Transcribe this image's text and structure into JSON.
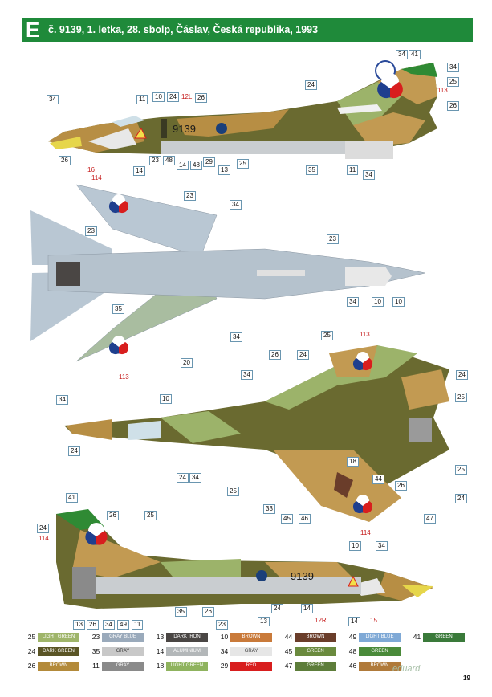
{
  "header": {
    "letter": "E",
    "title": "č. 9139, 1. letka, 28. sbolp, Čáslav, Česká republika, 1993"
  },
  "colors": {
    "header_green": "#1f8a3a",
    "light_green": "#b5c98e",
    "dark_green": "#5e5a2a",
    "brown": "#b98a3e",
    "gray_blue": "#aebcca",
    "gray": "#cfcfcf",
    "dark_iron": "#4a4a48",
    "aluminium": "#b8bcbe",
    "red": "#d81e1e",
    "light_blue": "#bcd4e6",
    "callout_red": "#c51a1a"
  },
  "aircraft_number": "9139",
  "legend": [
    {
      "num": "25",
      "label": "LIGHT GREEN",
      "color": "#9fb56a"
    },
    {
      "num": "24",
      "label": "DARK GREEN",
      "color": "#5a5526"
    },
    {
      "num": "26",
      "label": "BROWN",
      "color": "#b38a3a"
    },
    {
      "num": "23",
      "label": "GRAY BLUE",
      "color": "#9aaabb"
    },
    {
      "num": "35",
      "label": "GRAY",
      "color": "#c8c8c8"
    },
    {
      "num": "11",
      "label": "GRAY",
      "color": "#8a8a8a"
    },
    {
      "num": "13",
      "label": "DARK IRON",
      "color": "#4a4644"
    },
    {
      "num": "14",
      "label": "ALUMINIUM",
      "color": "#b3b7b9"
    },
    {
      "num": "18",
      "label": "LIGHT GREEN",
      "color": "#8fb35e"
    },
    {
      "num": "10",
      "label": "BROWN",
      "color": "#c97a3a"
    },
    {
      "num": "34",
      "label": "GRAY",
      "color": "#e6e6e6"
    },
    {
      "num": "29",
      "label": "RED",
      "color": "#d81e1e"
    },
    {
      "num": "44",
      "label": "BROWN",
      "color": "#6a3d2a"
    },
    {
      "num": "45",
      "label": "GREEN",
      "color": "#6a8a3e"
    },
    {
      "num": "47",
      "label": "GREEN",
      "color": "#5d7d3a"
    },
    {
      "num": "49",
      "label": "LIGHT BLUE",
      "color": "#7fa9d6"
    },
    {
      "num": "48",
      "label": "GREEN",
      "color": "#4a8a3a"
    },
    {
      "num": "46",
      "label": "BROWN",
      "color": "#b07a3a"
    },
    {
      "num": "41",
      "label": "GREEN",
      "color": "#3a7a3a"
    }
  ],
  "callouts": {
    "profile_left": [
      "34",
      "41",
      "34",
      "25",
      "113",
      "26",
      "24",
      "11",
      "10",
      "24",
      "12L",
      "26",
      "34",
      "26",
      "16",
      "14",
      "23",
      "48",
      "14",
      "48",
      "29",
      "13",
      "25",
      "35",
      "11",
      "34"
    ],
    "underside": [
      "114",
      "23",
      "34",
      "23",
      "23",
      "35",
      "34",
      "10",
      "10",
      "113",
      "20",
      "34"
    ],
    "top": [
      "25",
      "113",
      "26",
      "24",
      "34",
      "24",
      "10",
      "25",
      "34",
      "24",
      "24",
      "34",
      "18",
      "25",
      "26",
      "24",
      "44",
      "25",
      "33",
      "45",
      "46",
      "47",
      "114"
    ],
    "profile_right": [
      "41",
      "26",
      "25",
      "24",
      "114",
      "10",
      "34",
      "13",
      "24",
      "14",
      "12R",
      "14",
      "15",
      "13",
      "26",
      "34",
      "49",
      "11",
      "35",
      "26",
      "23"
    ]
  },
  "brand": "eduard",
  "page_number": "19"
}
